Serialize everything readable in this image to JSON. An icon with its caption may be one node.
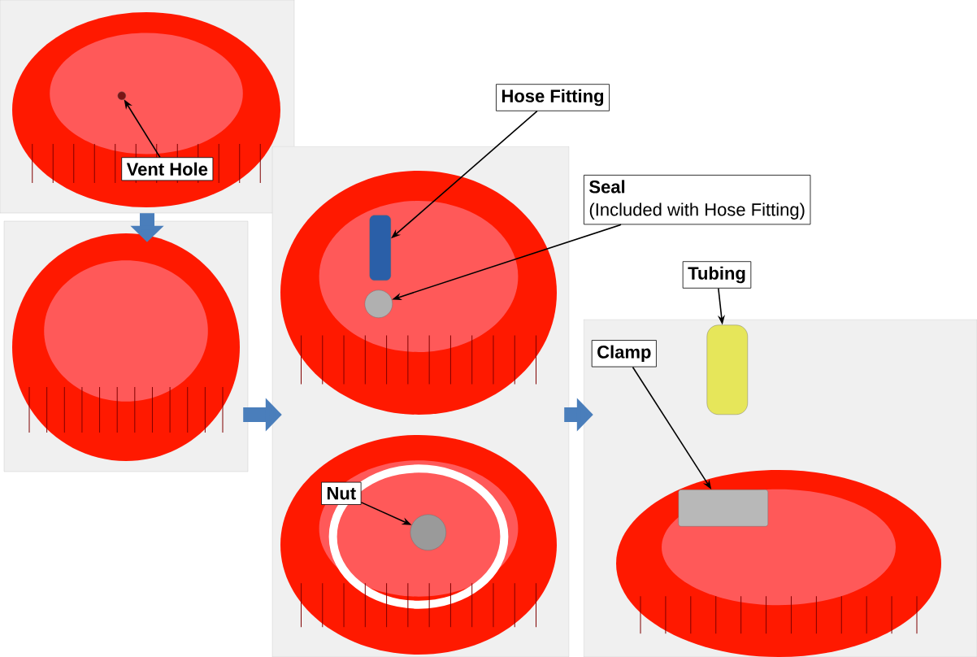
{
  "diagram": {
    "nodes": [
      {
        "text": [],
        "shape": "picture"
      },
      {
        "text": [
          "Vent Hole"
        ],
        "in": 0
      },
      {
        "text": [],
        "shape": "circle",
        "in": 0
      },
      {
        "text": [],
        "shape": "picture"
      },
      {
        "text": [],
        "shape": "picture"
      },
      {
        "text": [
          "Hose Fitting"
        ]
      },
      {
        "text": [],
        "shape": "cylinder",
        "in": 4
      },
      {
        "text": [
          "Seal",
          "(Included with Hose Fitting)"
        ]
      },
      {
        "text": [],
        "shape": "circle",
        "in": 4
      },
      {
        "text": [
          "Nut"
        ],
        "in": 4
      },
      {
        "text": [],
        "shape": "circle",
        "in": 4
      },
      {
        "text": [],
        "shape": "picture"
      },
      {
        "text": [
          "Tubing"
        ]
      },
      {
        "text": [],
        "shape": "bar",
        "in": 11
      },
      {
        "text": [
          "Clamp"
        ],
        "in": 11
      },
      {
        "text": [],
        "shape": "box",
        "in": 11
      }
    ],
    "edges": [
      {
        "from": 1,
        "to": 2,
        "arrow": "to"
      },
      {
        "from": 5,
        "to": 6,
        "arrow": "to"
      },
      {
        "from": 7,
        "to": 8,
        "arrow": "to"
      },
      {
        "from": 9,
        "to": 10,
        "arrow": "to"
      },
      {
        "from": 12,
        "to": 13,
        "arrow": "to"
      },
      {
        "from": 14,
        "to": 15,
        "arrow": "to"
      },
      {
        "from": 0,
        "to": 3,
        "arrow": "to",
        "style": "thick",
        "color": "#4a7ebb"
      },
      {
        "from": 3,
        "to": 4,
        "arrow": "to",
        "style": "thick",
        "color": "#4a7ebb"
      },
      {
        "from": 4,
        "to": 11,
        "arrow": "to",
        "style": "thick",
        "color": "#4a7ebb"
      }
    ]
  }
}
